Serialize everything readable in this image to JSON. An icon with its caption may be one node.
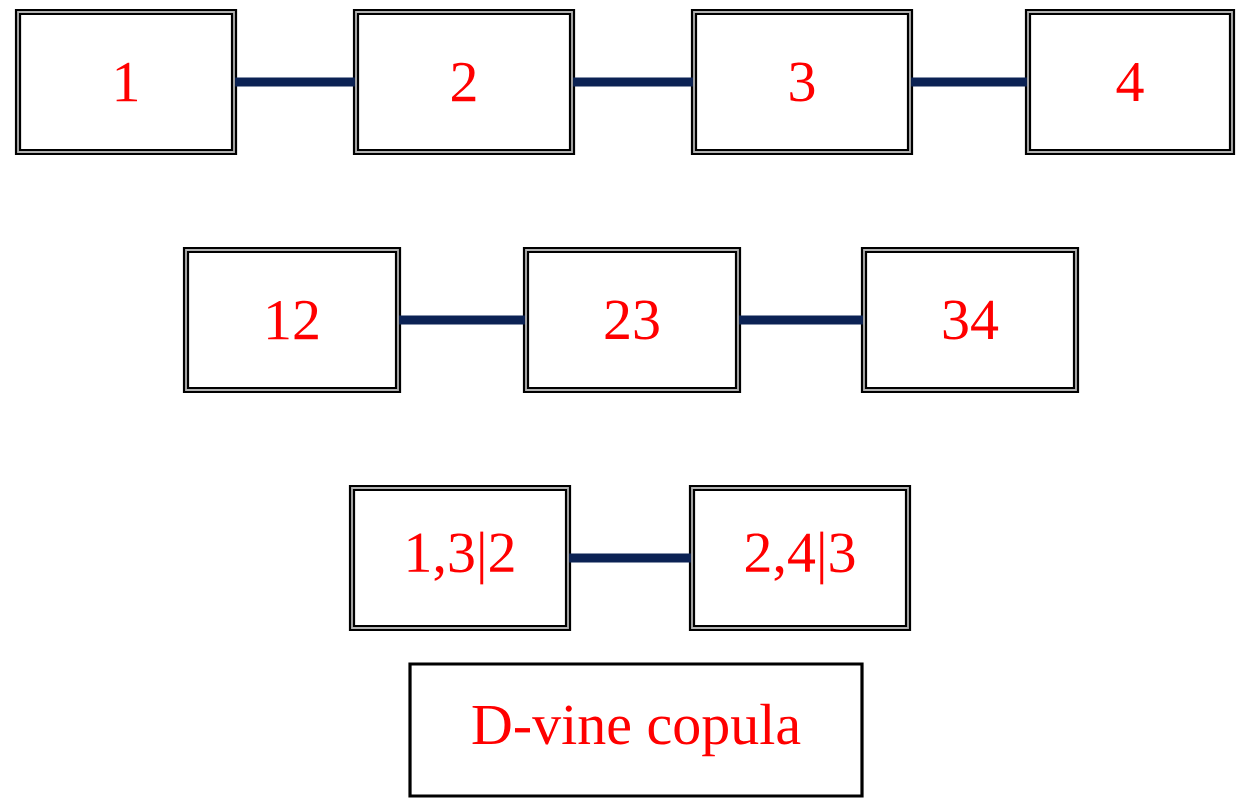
{
  "diagram": {
    "nodes": [
      {
        "text": [
          "1"
        ]
      },
      {
        "text": [
          "2"
        ]
      },
      {
        "text": [
          "3"
        ]
      },
      {
        "text": [
          "4"
        ]
      },
      {
        "text": [
          "12"
        ]
      },
      {
        "text": [
          "23"
        ]
      },
      {
        "text": [
          "34"
        ]
      },
      {
        "text": [
          "1,3|2"
        ]
      },
      {
        "text": [
          "2,4|3"
        ]
      },
      {
        "text": [
          "D-vine copula"
        ]
      }
    ],
    "edges": [
      {
        "from": 0,
        "to": 1,
        "arrow": "none"
      },
      {
        "from": 1,
        "to": 2,
        "arrow": "none"
      },
      {
        "from": 2,
        "to": 3,
        "arrow": "none"
      },
      {
        "from": 4,
        "to": 5,
        "arrow": "none"
      },
      {
        "from": 5,
        "to": 6,
        "arrow": "none"
      },
      {
        "from": 7,
        "to": 8,
        "arrow": "none"
      }
    ]
  }
}
